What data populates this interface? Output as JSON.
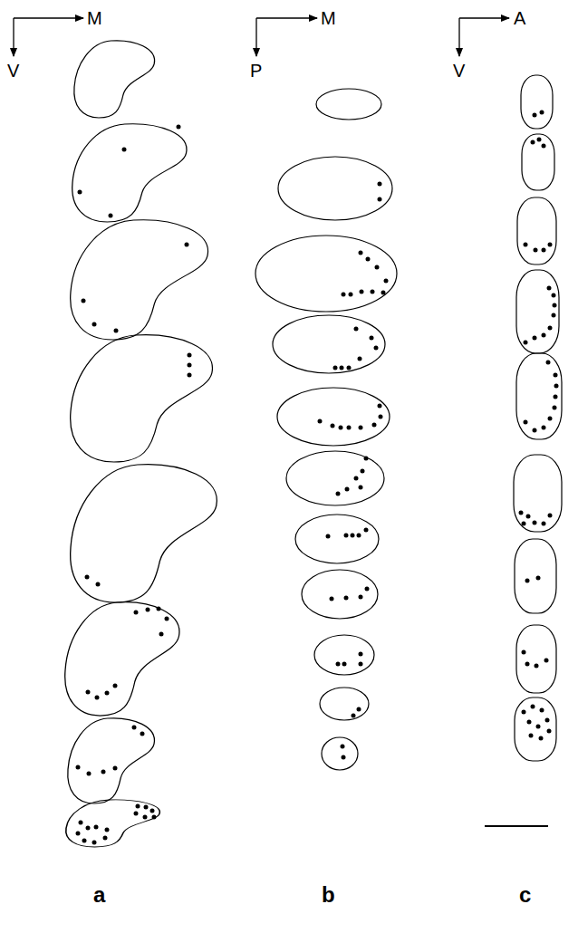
{
  "diagram": {
    "labels": [
      "M",
      "V",
      "M",
      "P",
      "A",
      "V",
      "a",
      "b",
      "c"
    ]
  }
}
